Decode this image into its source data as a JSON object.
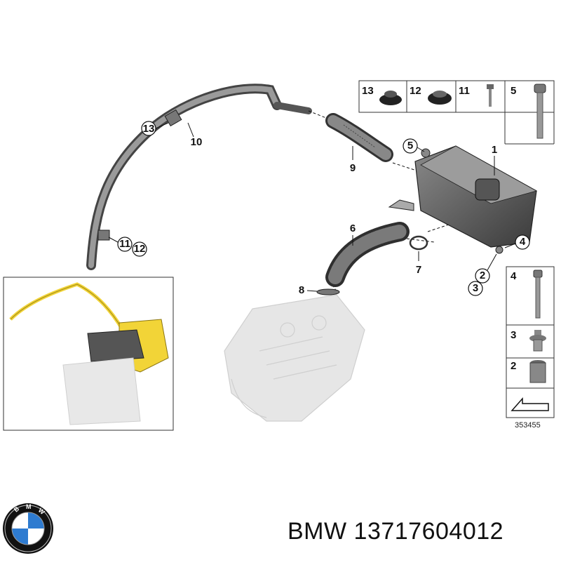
{
  "diagram": {
    "callouts": {
      "c1": "1",
      "c2": "2",
      "c3": "3",
      "c4": "4",
      "c5": "5",
      "c6": "6",
      "c7": "7",
      "c8": "8",
      "c9": "9",
      "c10": "10",
      "c11": "11",
      "c12": "12",
      "c13": "13"
    },
    "legend_top": [
      "13",
      "12",
      "11",
      "5"
    ],
    "legend_side": [
      "4",
      "3",
      "2"
    ],
    "reference_code": "353455"
  },
  "footer": {
    "brand": "BMW",
    "part_number": "13717604012"
  },
  "colors": {
    "highlight": "#f2d437",
    "line": "#111111",
    "ghost": "#d8d8d8"
  }
}
